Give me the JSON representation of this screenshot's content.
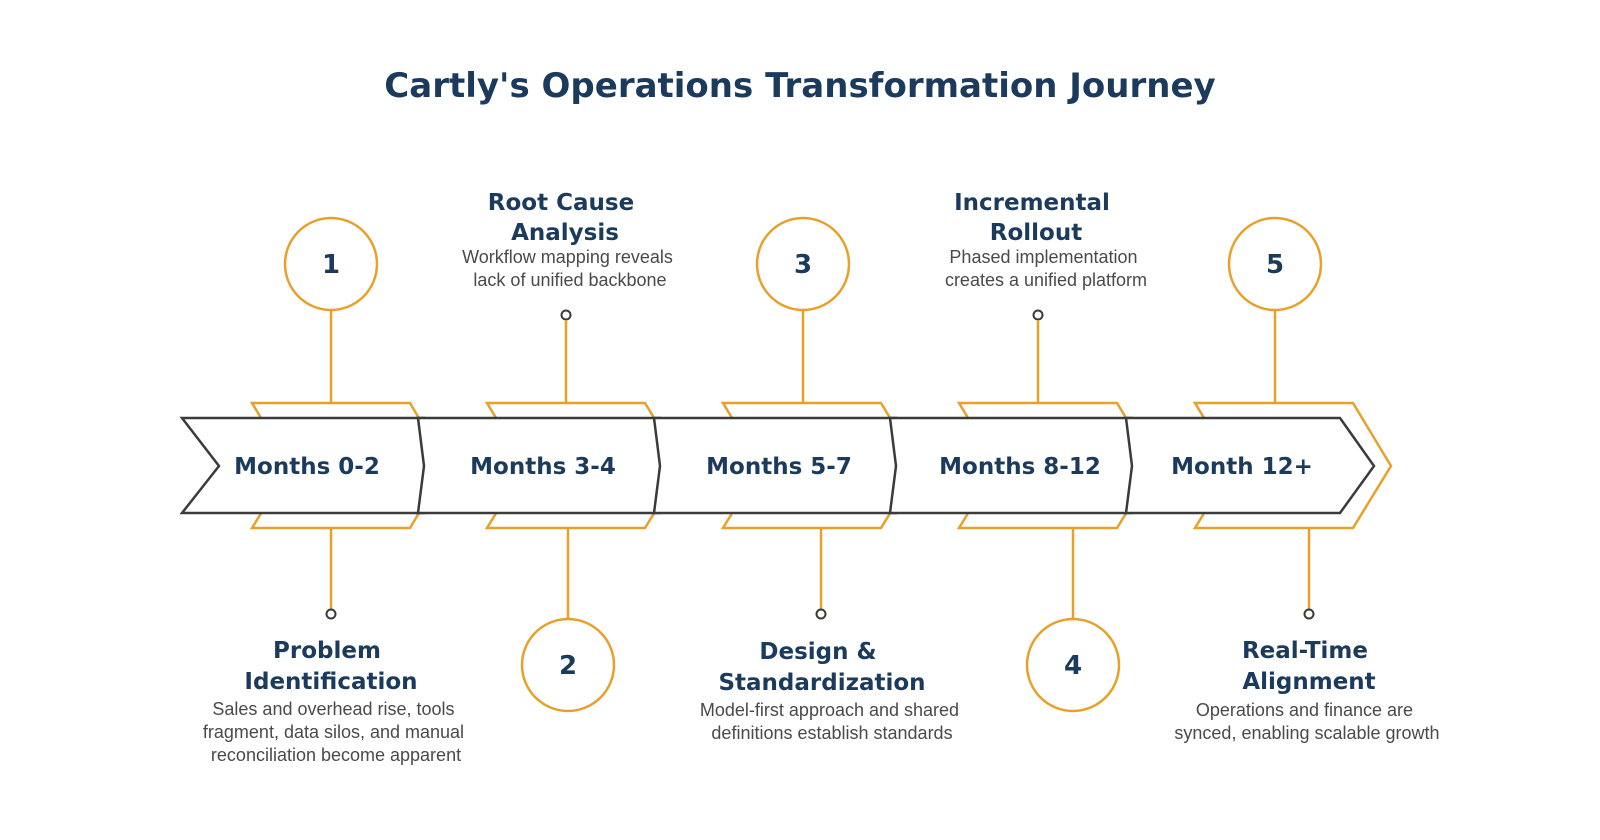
{
  "title": "Cartly's Operations Transformation Journey",
  "colors": {
    "accent": "#e8a02a",
    "arrow_outline": "#3b3b3b",
    "text_primary": "#1b3a5c",
    "text_secondary": "#4a4a4a"
  },
  "stages": [
    {
      "period": "Months 0-2",
      "number": "1",
      "title_lines": [
        "Problem",
        "Identification"
      ],
      "desc_lines": [
        "Sales and overhead rise, tools",
        "fragment, data silos, and manual",
        "reconciliation become apparent"
      ]
    },
    {
      "period": "Months 3-4",
      "number": "2",
      "title_lines": [
        "Root Cause",
        "Analysis"
      ],
      "desc_lines": [
        "Workflow mapping reveals",
        "lack of unified backbone"
      ]
    },
    {
      "period": "Months 5-7",
      "number": "3",
      "title_lines": [
        "Design &",
        "Standardization"
      ],
      "desc_lines": [
        "Model-first approach and shared",
        "definitions establish standards"
      ]
    },
    {
      "period": "Months 8-12",
      "number": "4",
      "title_lines": [
        "Incremental",
        "Rollout"
      ],
      "desc_lines": [
        "Phased implementation",
        "creates a unified platform"
      ]
    },
    {
      "period": "Month 12+",
      "number": "5",
      "title_lines": [
        "Real-Time",
        "Alignment"
      ],
      "desc_lines": [
        "Operations and finance are",
        "synced, enabling scalable growth"
      ]
    }
  ]
}
